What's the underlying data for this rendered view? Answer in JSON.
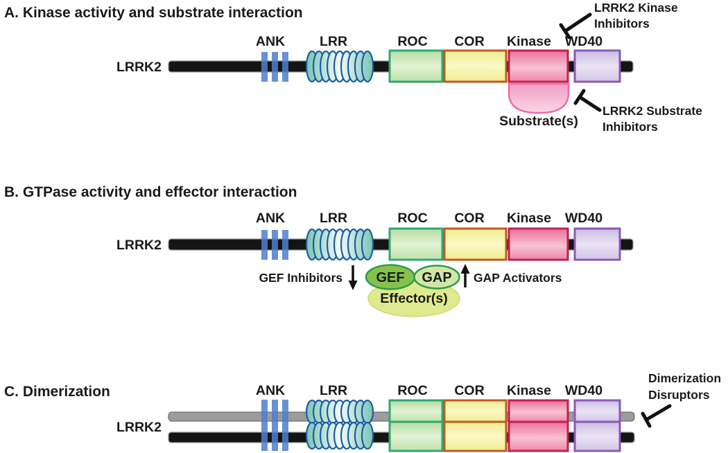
{
  "figure": {
    "protein": "LRRK2",
    "domain_labels": [
      "ANK",
      "LRR",
      "ROC",
      "COR",
      "Kinase",
      "WD40"
    ]
  },
  "panel_a": {
    "title": "A. Kinase activity and substrate interaction",
    "kinase_inhibitors": {
      "line1": "LRRK2 Kinase",
      "line2": "Inhibitors"
    },
    "substrate": "Substrate(s)",
    "substrate_inhibitors": {
      "line1": "LRRK2 Substrate",
      "line2": "Inhibitors"
    }
  },
  "panel_b": {
    "title": "B. GTPase activity and effector interaction",
    "gef_inhibitors": "GEF Inhibitors",
    "gef": "GEF",
    "gap": "GAP",
    "gap_activators": "GAP Activators",
    "effector": "Effector(s)"
  },
  "panel_c": {
    "title": "C. Dimerization",
    "disruptors": {
      "line1": "Dimerization",
      "line2": "Disruptors"
    }
  },
  "palette": {
    "text": "#1a1a1a",
    "bar_black": "#141414",
    "bar_gray": "#9c9c9c",
    "ank_blue": "#4e7fcd",
    "lrr_border": "#1c5ca3",
    "lrr_teal": "#79c4b2",
    "roc_border": "#2ea873",
    "cor_border": "#c05a20",
    "kinase_border": "#c2204e",
    "wd40_border": "#8a58b5",
    "substrate_border": "#f06ba6",
    "gef_fill": "#86c24a",
    "gap_fill": "#d2e7a6",
    "oval_border": "#2f9a4c",
    "effector_fill": "#dfe98f"
  }
}
